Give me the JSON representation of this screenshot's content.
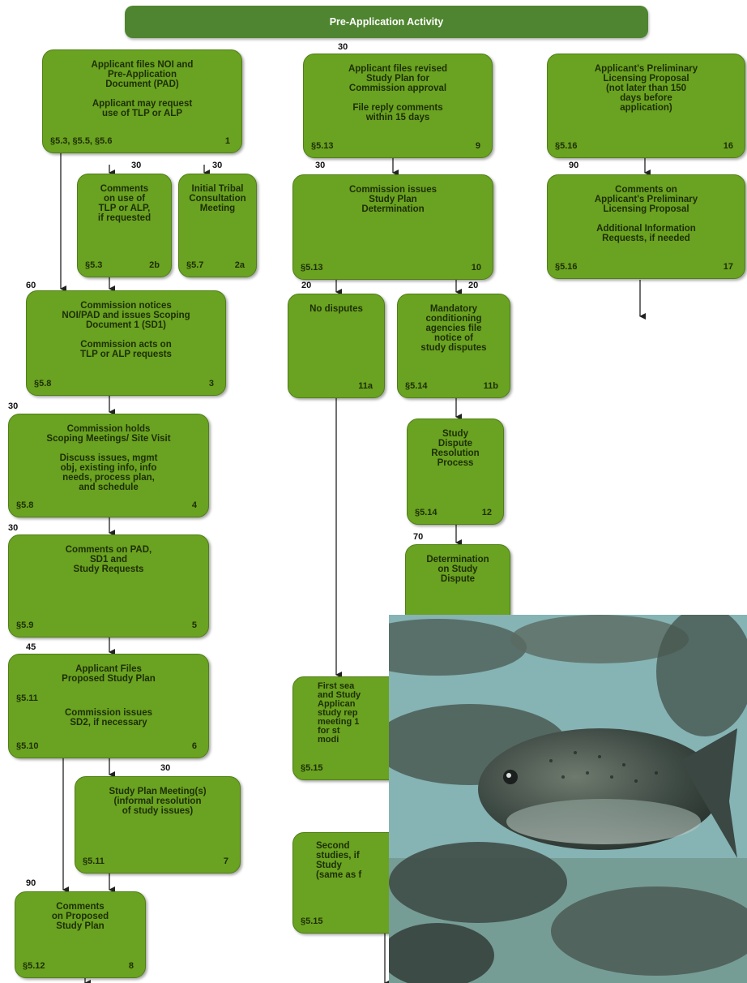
{
  "header": {
    "title": "Pre-Application Activity"
  },
  "boxes": {
    "b1": {
      "text": "Applicant files NOI and\nPre-Application\nDocument (PAD)\n\nApplicant may request\nuse of TLP or ALP",
      "section": "§5.3, §5.5, §5.6",
      "step": "1"
    },
    "b2b": {
      "text": "Comments\non use of\nTLP or ALP,\nif requested",
      "section": "§5.3",
      "step": "2b"
    },
    "b2a": {
      "text": "Initial Tribal\nConsultation\nMeeting",
      "section": "§5.7",
      "step": "2a"
    },
    "b3": {
      "text": "Commission notices\nNOI/PAD and issues Scoping\nDocument 1 (SD1)\n\nCommission acts on\nTLP or ALP requests",
      "section": "§5.8",
      "step": "3"
    },
    "b4": {
      "text": "Commission holds\nScoping Meetings/ Site Visit\n\nDiscuss issues, mgmt\nobj, existing info, info\nneeds, process plan,\nand schedule",
      "section": "§5.8",
      "step": "4"
    },
    "b5": {
      "text": "Comments on PAD,\nSD1 and\nStudy Requests",
      "section": "§5.9",
      "step": "5"
    },
    "b6": {
      "text": "Applicant Files\nProposed Study Plan",
      "mid_section": "§5.11",
      "text2": "Commission issues\nSD2, if necessary",
      "section": "§5.10",
      "step": "6"
    },
    "b7": {
      "text": "Study Plan Meeting(s)\n(informal resolution\nof study issues)",
      "section": "§5.11",
      "step": "7"
    },
    "b8": {
      "text": "Comments\non Proposed\nStudy Plan",
      "section": "§5.12",
      "step": "8"
    },
    "b9": {
      "text": "Applicant files revised\nStudy Plan for\nCommission approval\n\nFile reply comments\nwithin 15 days",
      "section": "§5.13",
      "step": "9"
    },
    "b10": {
      "text": "Commission issues\nStudy Plan\nDetermination",
      "section": "§5.13",
      "step": "10"
    },
    "b11a": {
      "text": "No disputes",
      "step": "11a"
    },
    "b11b": {
      "text": "Mandatory\nconditioning\nagencies file\nnotice of\nstudy disputes",
      "section": "§5.14",
      "step": "11b"
    },
    "b12": {
      "text": "Study\nDispute\nResolution\nProcess",
      "section": "§5.14",
      "step": "12"
    },
    "b13": {
      "text": "Determination\non Study\nDispute"
    },
    "b14": {
      "text": "First sea\nand Study\nApplican\nstudy rep\nmeeting 1\nfor st\nmodi",
      "section": "§5.15"
    },
    "b15": {
      "text": "Second\nstudies, if\nStudy\n(same as f",
      "section": "§5.15"
    },
    "b16": {
      "text": "Applicant's Preliminary\nLicensing Proposal\n(not later than 150\ndays before\napplication)",
      "section": "§5.16",
      "step": "16"
    },
    "b17": {
      "text": "Comments on\nApplicant's Preliminary\nLicensing Proposal\n\nAdditional Information\nRequests, if needed",
      "section": "§5.16",
      "step": "17"
    }
  },
  "days": {
    "d_top": "30",
    "d_2b": "30",
    "d_2a": "30",
    "d_10": "30",
    "d_17": "90",
    "d_3": "60",
    "d_11a": "20",
    "d_11b": "20",
    "d_4": "30",
    "d_13": "70",
    "d_5": "30",
    "d_6": "45",
    "d_7": "30",
    "d_8": "90"
  },
  "colors": {
    "box": "#6aa221",
    "header": "#4f8530",
    "arrow": "#222222"
  },
  "photo": {
    "subject": "salmon swimming underwater"
  }
}
